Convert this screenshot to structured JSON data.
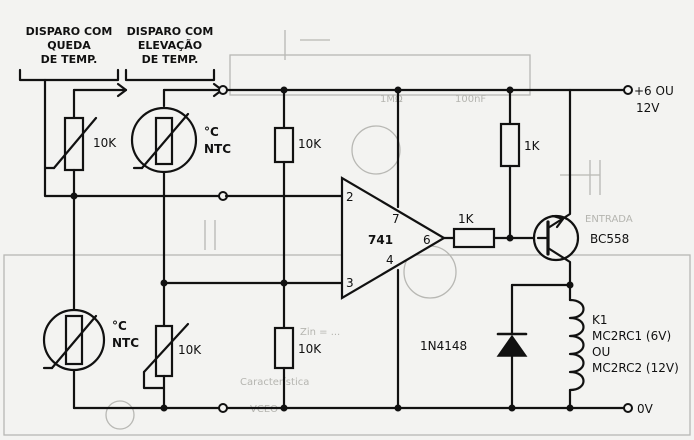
{
  "captions": {
    "drop_line1": "DISPARO COM",
    "drop_line2": "QUEDA",
    "drop_line3": "DE TEMP.",
    "rise_line1": "DISPARO COM",
    "rise_line2": "ELEVAÇÃO",
    "rise_line3": "DE TEMP."
  },
  "components": {
    "r_top_left": "10K",
    "ntc_top_sym": "°C",
    "ntc_top": "NTC",
    "r_div_top": "10K",
    "r_div_bottom": "10K",
    "ntc_bottom_sym": "°C",
    "ntc_bottom": "NTC",
    "trimmer": "10K",
    "opamp": "741",
    "pin2": "2",
    "pin3": "3",
    "pin4": "4",
    "pin6": "6",
    "pin7": "7",
    "r_base": "1K",
    "r_pullup": "1K",
    "transistor": "BC558",
    "diode": "1N4148",
    "relay_name": "K1",
    "relay_l1": "MC2RC1 (6V)",
    "relay_l2": "OU",
    "relay_l3": "MC2RC2 (12V)"
  },
  "supply": {
    "plus_line1": "+6 OU",
    "plus_line2": "12V",
    "ground": "0V"
  }
}
